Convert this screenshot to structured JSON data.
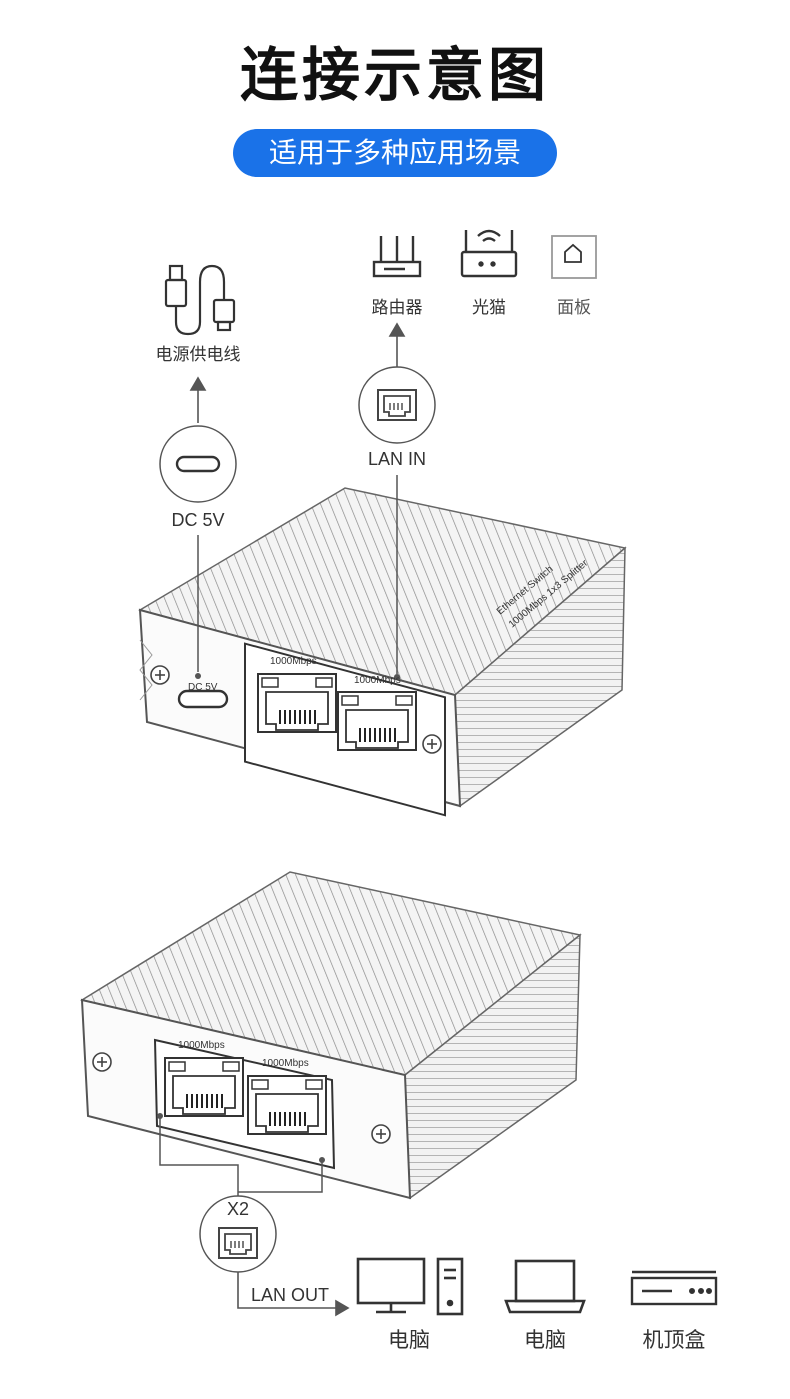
{
  "title": "连接示意图",
  "subtitle": "适用于多种应用场景",
  "top_diagram": {
    "power_cable_label": "电源供电线",
    "dc_port_label": "DC 5V",
    "lan_in_label": "LAN IN",
    "upstream_devices": [
      {
        "label": "路由器",
        "icon": "router-icon"
      },
      {
        "label": "光猫",
        "icon": "optical-modem-icon"
      },
      {
        "label": "面板",
        "icon": "wall-panel-icon"
      }
    ],
    "device_dc_text": "DC 5V",
    "port_speed_1": "1000Mbps",
    "port_speed_2": "1000Mbps",
    "side_text_1": "Ethernet Switch",
    "side_text_2": "1000Mbps 1x3 Splitter"
  },
  "bottom_diagram": {
    "port_speed_1": "1000Mbps",
    "port_speed_2": "1000Mbps",
    "multiplier_label": "X2",
    "lan_out_label": "LAN OUT",
    "downstream_devices": [
      {
        "label": "电脑",
        "icon": "desktop-computer-icon"
      },
      {
        "label": "电脑",
        "icon": "laptop-icon"
      },
      {
        "label": "机顶盒",
        "icon": "set-top-box-icon"
      }
    ]
  }
}
